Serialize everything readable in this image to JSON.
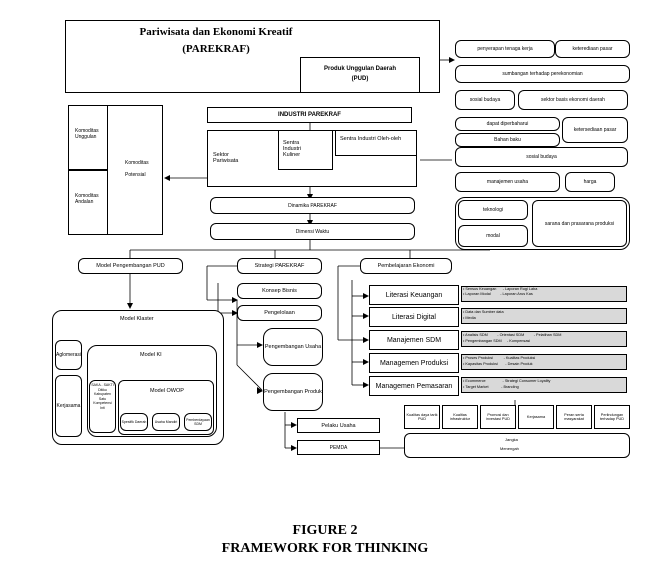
{
  "header": {
    "title_line1": "Pariwisata dan Ekonomi Kreatif",
    "title_line2": "(PAREKRAF)",
    "pud_line1": "Produk Unggulan Daerah",
    "pud_line2": "(PUD)"
  },
  "left_panel": {
    "unggulan": "Komoditas Unggulan",
    "andalan": "Komoditas Andalan",
    "komoditas": "Komoditas",
    "potensial": "Potensial"
  },
  "industri": {
    "title": "INDUSTRI PAREKRAF",
    "sektor": "Sektor Pariwisata",
    "kuliner": "Sentra Industri Kuliner",
    "oleh": "Sentra Industri Oleh-oleh"
  },
  "dinamika": "Dinamika PAREKRAF",
  "dimensi": "Dimensi Waktu",
  "right_factors": {
    "f1": "penyerapan tenaga kerja",
    "f2": "keterediaan pasar",
    "f3": "sumbangan terhadap perekonomian",
    "f4": "sosial budaya",
    "f5": "sektor basis ekonomi daerah",
    "f6": "dapat diperbaharui",
    "f7": "ketersediaan pasar",
    "f8": "Bahan baku",
    "f9": "sosial budaya",
    "f10": "manajemen usaha",
    "f11": "harga",
    "f12": "teknologi",
    "f13": "modal",
    "f14": "sarana dan prasarana produksi"
  },
  "models": {
    "pengembangan": "Model Pengembangan PUD",
    "klaster": "Model Klaster",
    "ki": "Model KI",
    "owop": "Model OWOP",
    "aglomerasi": "Aglomerasi",
    "kerjasama": "Kerjasama",
    "sakti_line1": "SAKA - SAKTI",
    "sakti_line2": "Ditiku",
    "sakti_line3": "Kabupaten",
    "sakti_line4": "Satu",
    "sakti_line5": "Kompetensi",
    "sakti_line6": "Inti",
    "owop_items": [
      "Spesifik Daerah",
      "Usaha Mandiri",
      "Pemberdayaan SDM"
    ]
  },
  "strategi": {
    "title": "Strategi PAREKRAF",
    "konsep": "Konsep Bisnis",
    "pengelolaan": "Pengelolaan",
    "usaha": "Pengembangan Usaha",
    "produk": "Pengembangan Produk",
    "pelaku": "Pelaku Usaha",
    "pemda": "PEMDA"
  },
  "pembelajaran": {
    "title": "Pembelajaran Ekonomi",
    "items": [
      {
        "label": "Literasi Keuangan",
        "detail": [
          "• Sensus Keuangan      - Laporan Rugi Laba",
          "• Laporan Modal         - Laporan Arus Kas"
        ]
      },
      {
        "label": "Literasi Digital",
        "detail": [
          "• Data dan Sumber data",
          "• Media"
        ]
      },
      {
        "label": "Manajemen SDM",
        "detail": [
          "• Analisis SDM         - Orientasi SDM         - Pelatihan SDM",
          "• Pengembangan SDM     - Kompensasi"
        ]
      },
      {
        "label": "Managemen Produksi",
        "detail": [
          "• Proses Produksi          - Kualitas Produksi",
          "• Kapasitas Produksi       - Desain Produk"
        ]
      },
      {
        "label": "Managemen Pemasaran",
        "detail": [
          "• Ecommerce                - Strategi Consumer Loyality",
          "• Target Market            - Branding"
        ]
      }
    ]
  },
  "outcomes": {
    "items": [
      "Kualitas daya tarik PUD",
      "Kualitas infrastruktur",
      "Promosi dan investasi PUD",
      "Kerjasama",
      "Peran serta masyarakat",
      "Perlindungan terhadap PUD"
    ],
    "jangka": "Jangka",
    "menengah": "Menengah"
  },
  "caption": {
    "line1": "FIGURE 2",
    "line2": "FRAMEWORK FOR THINKING"
  }
}
